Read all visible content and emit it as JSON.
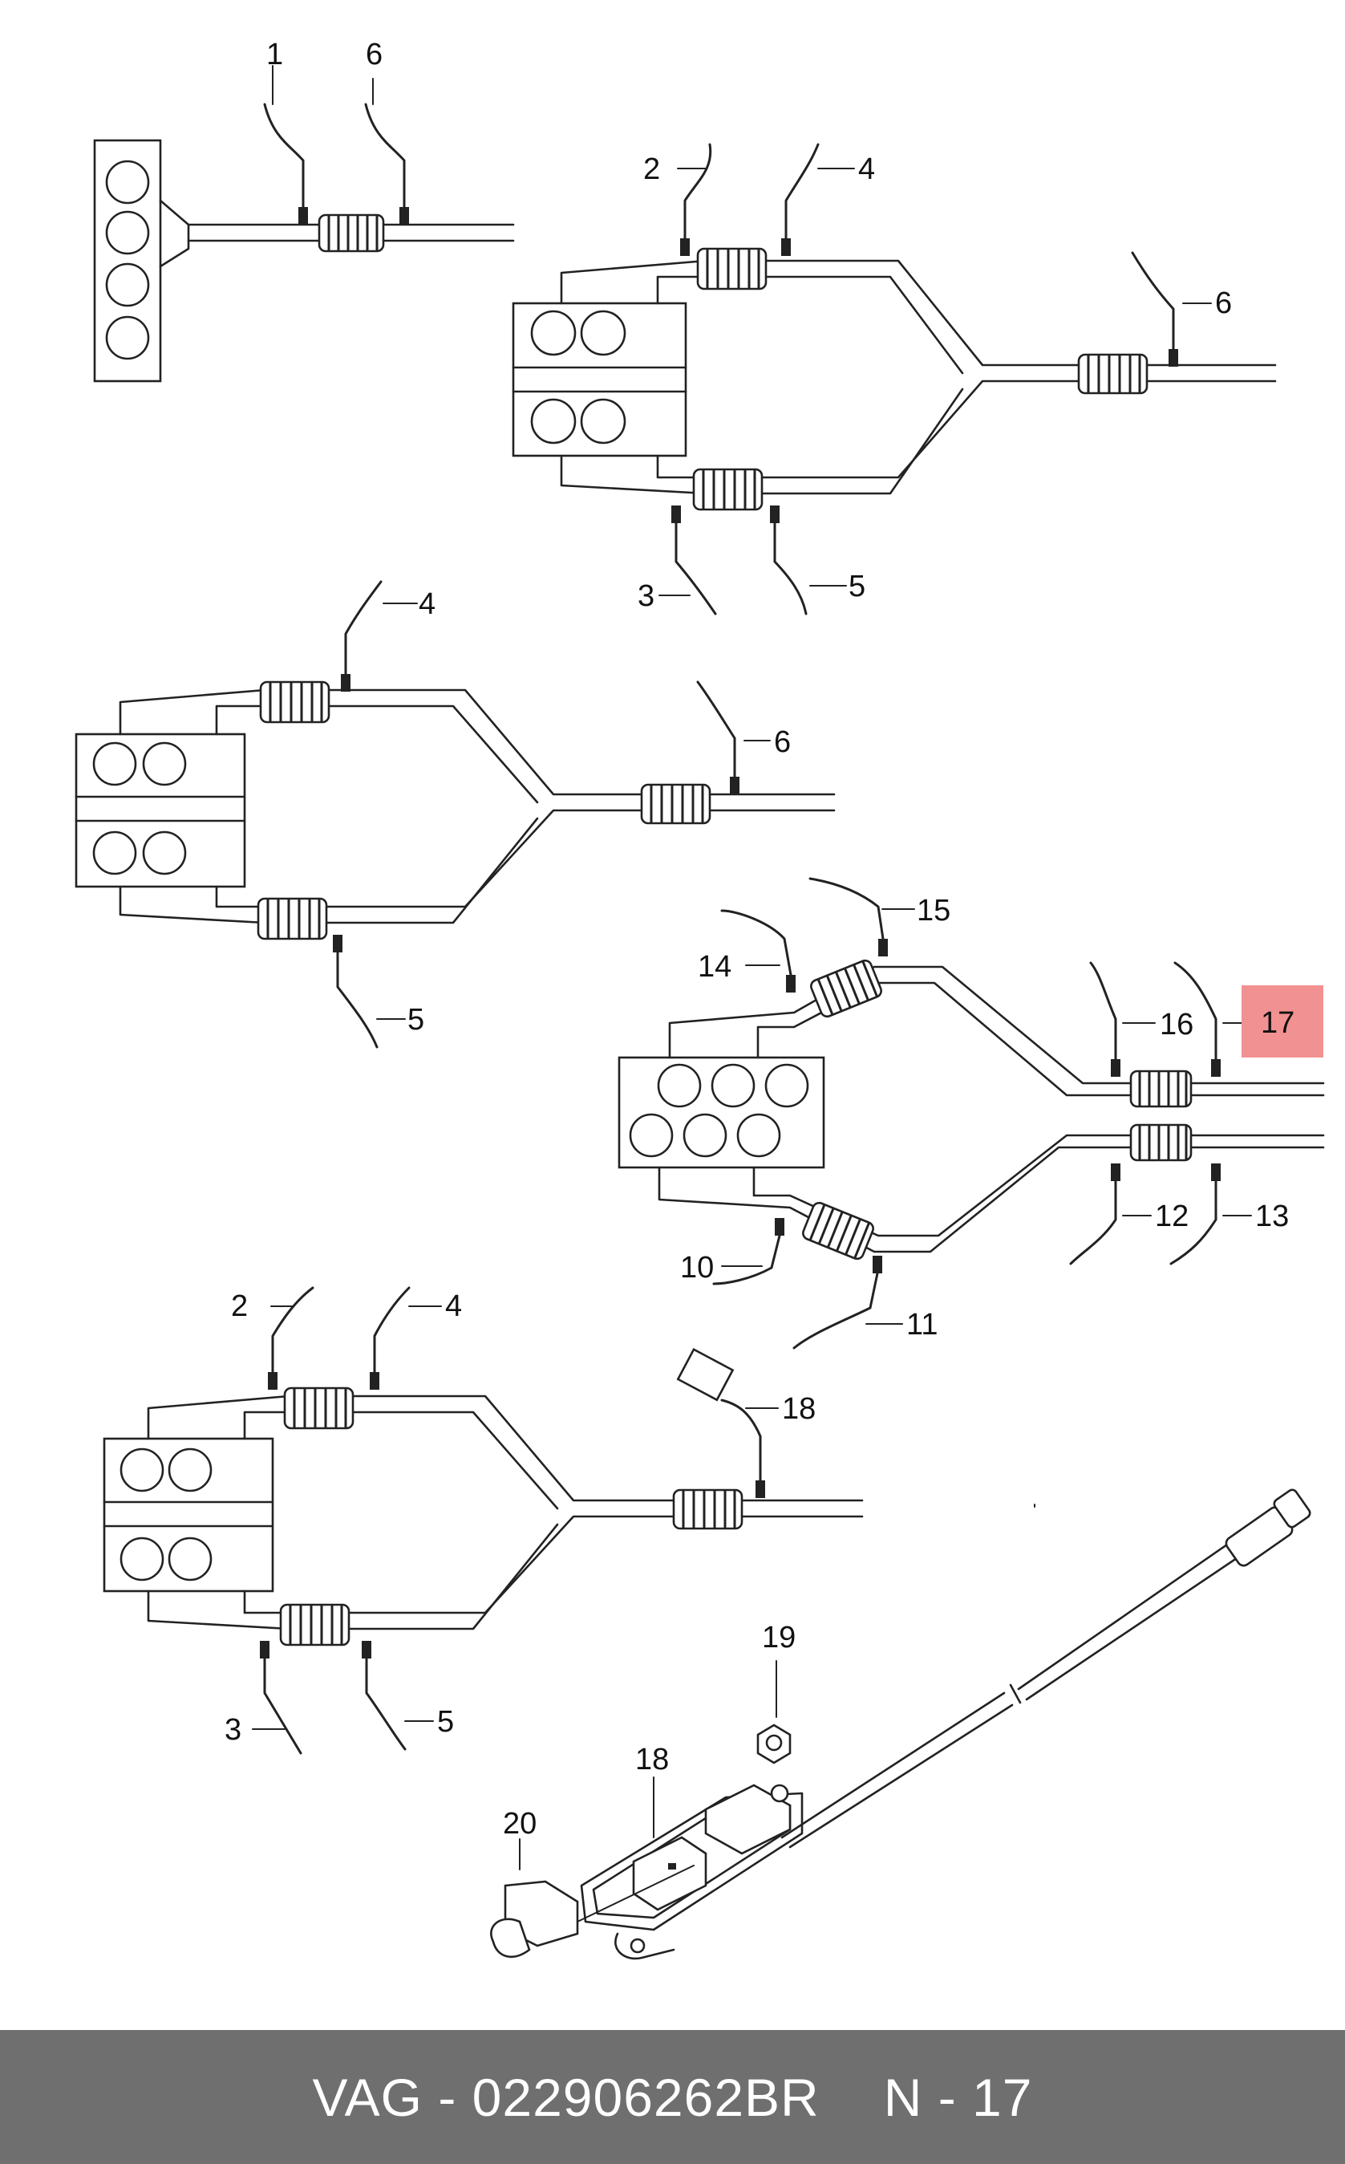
{
  "callouts": {
    "d1_n1": "1",
    "d1_n6": "6",
    "d2_n2": "2",
    "d2_n4": "4",
    "d2_n6": "6",
    "d2_n3": "3",
    "d2_n5": "5",
    "d3_n4": "4",
    "d3_n6": "6",
    "d3_n5": "5",
    "d4_n15": "15",
    "d4_n14": "14",
    "d4_n16": "16",
    "d4_n17": "17",
    "d4_n12": "12",
    "d4_n13": "13",
    "d4_n10": "10",
    "d4_n11": "11",
    "d5_n2": "2",
    "d5_n4": "4",
    "d5_n18": "18",
    "d5_n3": "3",
    "d5_n5": "5",
    "p_n19": "19",
    "p_n18": "18",
    "p_n20": "20"
  },
  "highlight": {
    "label": "17",
    "color": "#f29191"
  },
  "footer": {
    "brand_part": "VAG - 022906262BR",
    "ref": "N - 17"
  }
}
